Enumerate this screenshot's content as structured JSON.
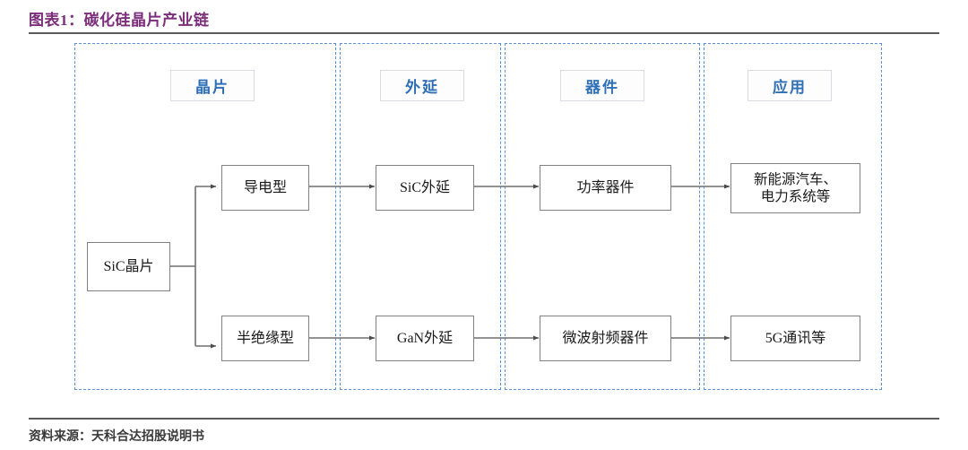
{
  "title": "图表1：碳化硅晶片产业链",
  "source_note": "资料来源：天科合达招股说明书",
  "colors": {
    "title": "#7b2d7b",
    "panel_dash": "#5b8fd4",
    "chip_text": "#2f6fb5",
    "node_border": "#808080",
    "wire": "#6f6f6f",
    "rule": "#58595b"
  },
  "stages": [
    {
      "id": "wafer",
      "label": "晶片"
    },
    {
      "id": "epitaxy",
      "label": "外延"
    },
    {
      "id": "device",
      "label": "器件"
    },
    {
      "id": "app",
      "label": "应用"
    }
  ],
  "nodes": [
    {
      "id": "sic-wafer",
      "label": "SiC晶片",
      "stage": "wafer"
    },
    {
      "id": "conductive",
      "label": "导电型",
      "stage": "wafer"
    },
    {
      "id": "semi-insulating",
      "label": "半绝缘型",
      "stage": "wafer"
    },
    {
      "id": "sic-epi",
      "label": "SiC外延",
      "stage": "epitaxy"
    },
    {
      "id": "gan-epi",
      "label": "GaN外延",
      "stage": "epitaxy"
    },
    {
      "id": "power-device",
      "label": "功率器件",
      "stage": "device"
    },
    {
      "id": "rf-device",
      "label": "微波射频器件",
      "stage": "device"
    },
    {
      "id": "app-ev",
      "label": "新能源汽车、\n电力系统等",
      "stage": "app"
    },
    {
      "id": "app-5g",
      "label": "5G通讯等",
      "stage": "app"
    }
  ],
  "edges": [
    {
      "from": "sic-wafer",
      "to": "conductive"
    },
    {
      "from": "sic-wafer",
      "to": "semi-insulating"
    },
    {
      "from": "conductive",
      "to": "sic-epi"
    },
    {
      "from": "semi-insulating",
      "to": "gan-epi"
    },
    {
      "from": "sic-epi",
      "to": "power-device"
    },
    {
      "from": "gan-epi",
      "to": "rf-device"
    },
    {
      "from": "power-device",
      "to": "app-ev"
    },
    {
      "from": "rf-device",
      "to": "app-5g"
    }
  ]
}
